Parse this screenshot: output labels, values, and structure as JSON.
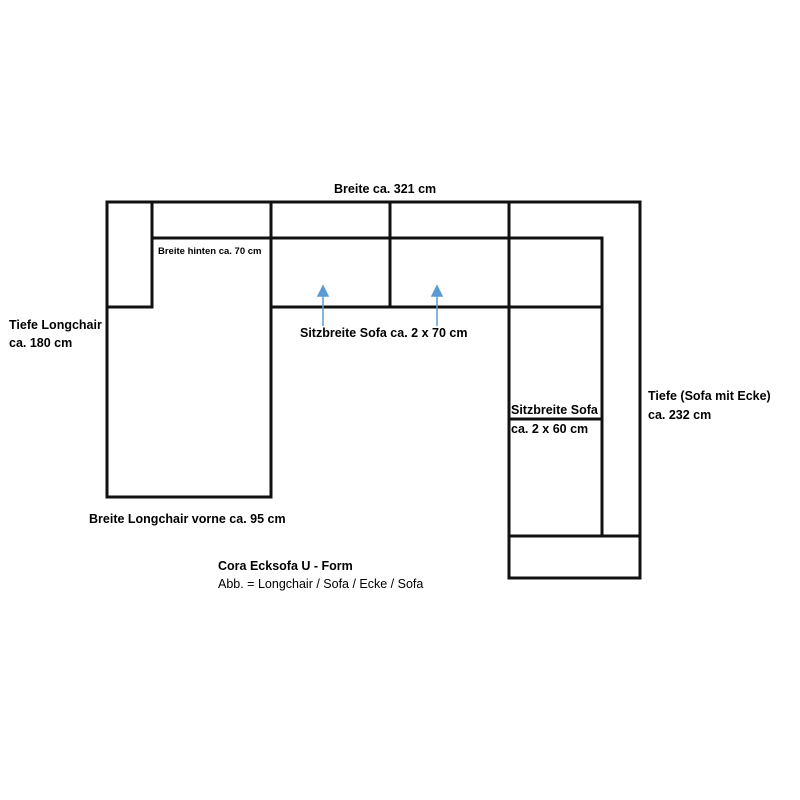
{
  "title": "Cora Ecksofa U - Form",
  "subtitle": "Abb. = Longchair / Sofa / Ecke / Sofa",
  "labels": {
    "total_width": "Breite ca. 321 cm",
    "back_width": "Breite hinten ca. 70 cm",
    "longchair_depth_line1": "Tiefe Longchair",
    "longchair_depth_line2": "ca. 180 cm",
    "sofa_seat_width_top": "Sitzbreite Sofa ca. 2 x 70 cm",
    "sofa_seat_width_right_line1": "Sitzbreite Sofa",
    "sofa_seat_width_right_line2": "ca. 2 x 60 cm",
    "depth_sofa_corner_line1": "Tiefe (Sofa mit Ecke)",
    "depth_sofa_corner_line2": "ca. 232 cm",
    "longchair_front_width": "Breite Longchair vorne ca. 95 cm"
  },
  "colors": {
    "outline": "#111111",
    "arrow": "#5b9bd5",
    "background": "#ffffff"
  },
  "modules": [
    "Longchair",
    "Sofa",
    "Ecke",
    "Sofa"
  ]
}
